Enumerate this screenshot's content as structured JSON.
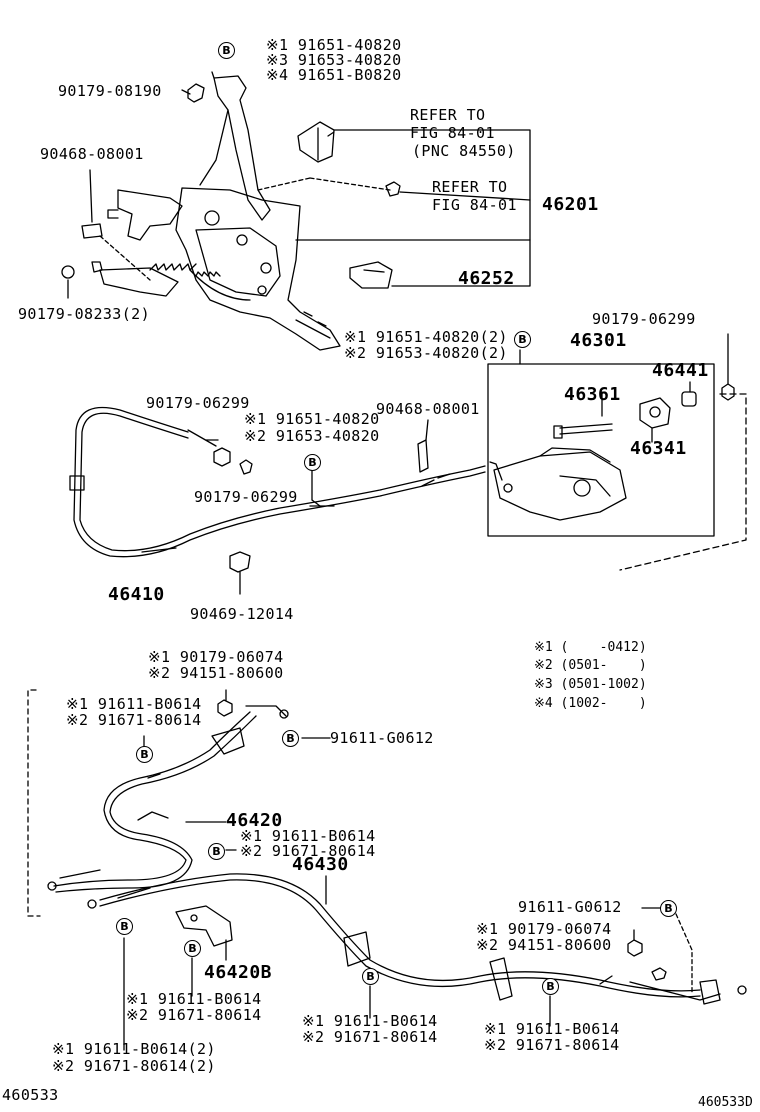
{
  "top_group": {
    "b_marker": "B",
    "b_labels": [
      "※1 91651-40820",
      "※3 91653-40820",
      "※4 91651-B0820"
    ],
    "pn_90179_08190": "90179-08190",
    "pn_90468_08001": "90468-08001",
    "pn_90179_08233": "90179-08233(2)",
    "refer1": [
      "REFER TO",
      "FIG 84-01",
      "(PNC 84550)"
    ],
    "refer2": [
      "REFER TO",
      "FIG 84-01"
    ],
    "pn_46201": "46201",
    "pn_46252": "46252",
    "bolt_labels": [
      "※1 91651-40820(2)",
      "※2 91653-40820(2)"
    ],
    "bolt_b": "B"
  },
  "middle_group": {
    "pn_90179_06299_right": "90179-06299",
    "pn_46301": "46301",
    "pn_46441": "46441",
    "pn_46361": "46361",
    "pn_46341": "46341",
    "pn_90179_06299_left": "90179-06299",
    "b_labels": [
      "※1 91651-40820",
      "※2 91653-40820"
    ],
    "b_marker": "B",
    "pn_90468_08001": "90468-08001",
    "pn_90179_06299_lower": "90179-06299",
    "pn_46410": "46410",
    "pn_90469_12014": "90469-12014"
  },
  "legend": [
    "※1 (    -0412)",
    "※2 (0501-    )",
    "※3 (0501-1002)",
    "※4 (1002-    )"
  ],
  "lower_group": {
    "nut_labels": [
      "※1 90179-06074",
      "※2 94151-80600"
    ],
    "bolt_left_labels": [
      "※1 91611-B0614",
      "※2 91671-80614"
    ],
    "b_marker": "B",
    "pn_91611_G0612": "91611-G0612",
    "pn_46420": "46420",
    "pn_46420_labels": [
      "※1 91611-B0614",
      "※2 91671-80614"
    ],
    "pn_46430": "46430",
    "pn_91611_G0612_right": "91611-G0612",
    "nut_right_labels": [
      "※1 90179-06074",
      "※2 94151-80600"
    ],
    "pn_46420B": "46420B",
    "bracket_labels": [
      "※1 91611-B0614",
      "※2 91671-80614"
    ],
    "bottom_left_labels": [
      "※1 91611-B0614(2)",
      "※2 91671-80614(2)"
    ],
    "center_bolt_labels": [
      "※1 91611-B0614",
      "※2 91671-80614"
    ],
    "right_bolt_labels": [
      "※1 91611-B0614",
      "※2 91671-80614"
    ]
  },
  "footer": {
    "left_code": "460533",
    "right_code": "460533D"
  }
}
